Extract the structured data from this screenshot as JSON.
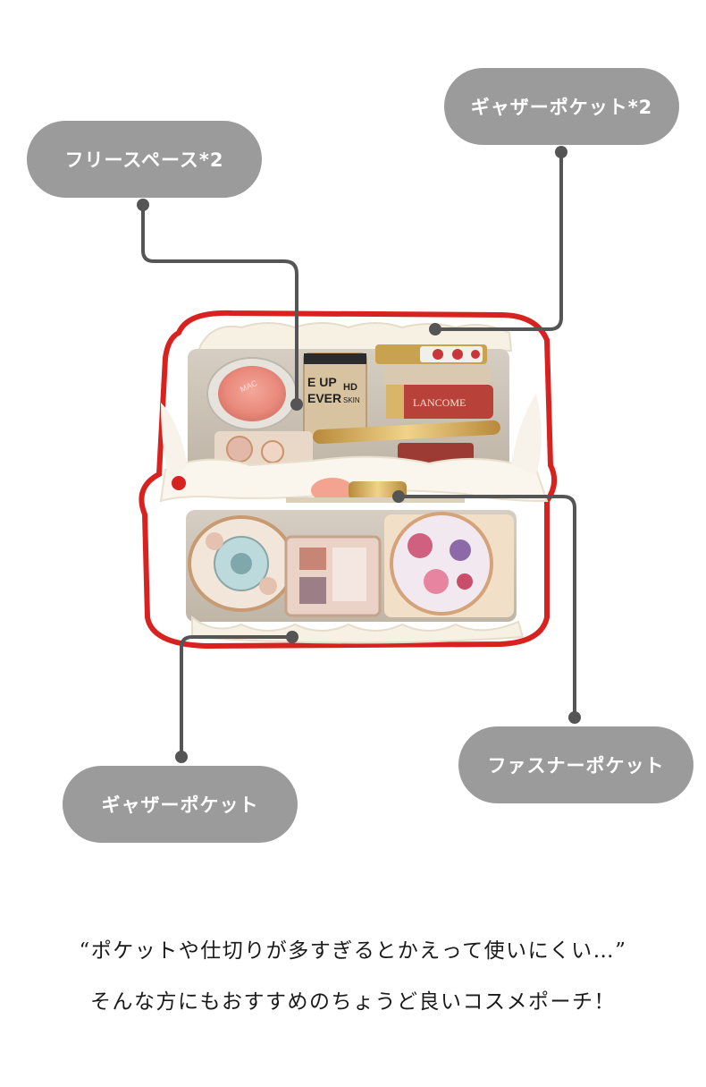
{
  "labels": {
    "free_space": "フリースペース*2",
    "gather_pocket_2": "ギャザーポケット*2",
    "fastener_pocket": "ファスナーポケット",
    "gather_pocket": "ギャザーポケット"
  },
  "caption": {
    "line1": "“ポケットや仕切りが多すぎるとかえって使いにくい…”",
    "line2": "そんな方にもおすすめのちょうど良いコスメポーチ！"
  },
  "product_print": {
    "foundation_top": "E UP",
    "foundation_mid": "EVER",
    "foundation_hd": "HD",
    "foundation_skin": "SKIN",
    "lipstick_brand": "LANCOME",
    "blush_brand": "MAC"
  },
  "colors": {
    "pill": "#9b9b9b",
    "leader_line": "#555555",
    "pouch_zipper": "#d8221f",
    "lining": "#c9c0b3",
    "caption": "#1a1a1a"
  }
}
